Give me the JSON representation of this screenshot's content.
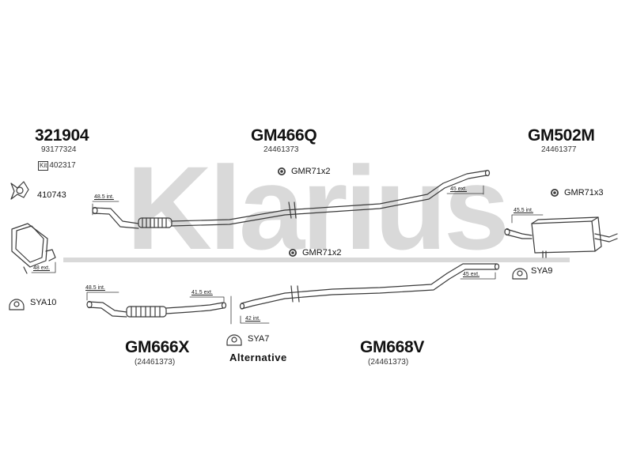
{
  "watermark": "Klarius",
  "colors": {
    "watermark": "#d9d9d9",
    "line": "#3a3a3a",
    "text": "#111111"
  },
  "groups": {
    "cat": {
      "code": "321904",
      "oe": "93177324",
      "kit_label": "Kit",
      "kit_number": "402317"
    },
    "front_pipe": {
      "code": "GM466Q",
      "oe": "24461373"
    },
    "rear_box": {
      "code": "GM502M",
      "oe": "24461377"
    },
    "alt_front": {
      "code": "GM666X",
      "oe": "(24461373)"
    },
    "alt_rear": {
      "code": "GM668V",
      "oe": "(24461373)"
    }
  },
  "alternative_label": "Alternative",
  "fittings": {
    "gasket": "410743",
    "sya10": "SYA10",
    "gmr_top": "GMR71x2",
    "gmr_mid": "GMR71x2",
    "gmr_right": "GMR71x3",
    "sya9": "SYA9",
    "sya7": "SYA7"
  },
  "dimensions": {
    "d1": "48.5 int.",
    "d2": "45 ext.",
    "d3": "45.5 int.",
    "d4": "48 ext.",
    "d5": "45 ext.",
    "d6": "48.5 int.",
    "d7": "41.5 ext.",
    "d8": "42 int."
  },
  "icons": {
    "gasket": "gasket-icon",
    "hanger": "rubber-hanger-icon",
    "clamp": "clamp-icon"
  }
}
